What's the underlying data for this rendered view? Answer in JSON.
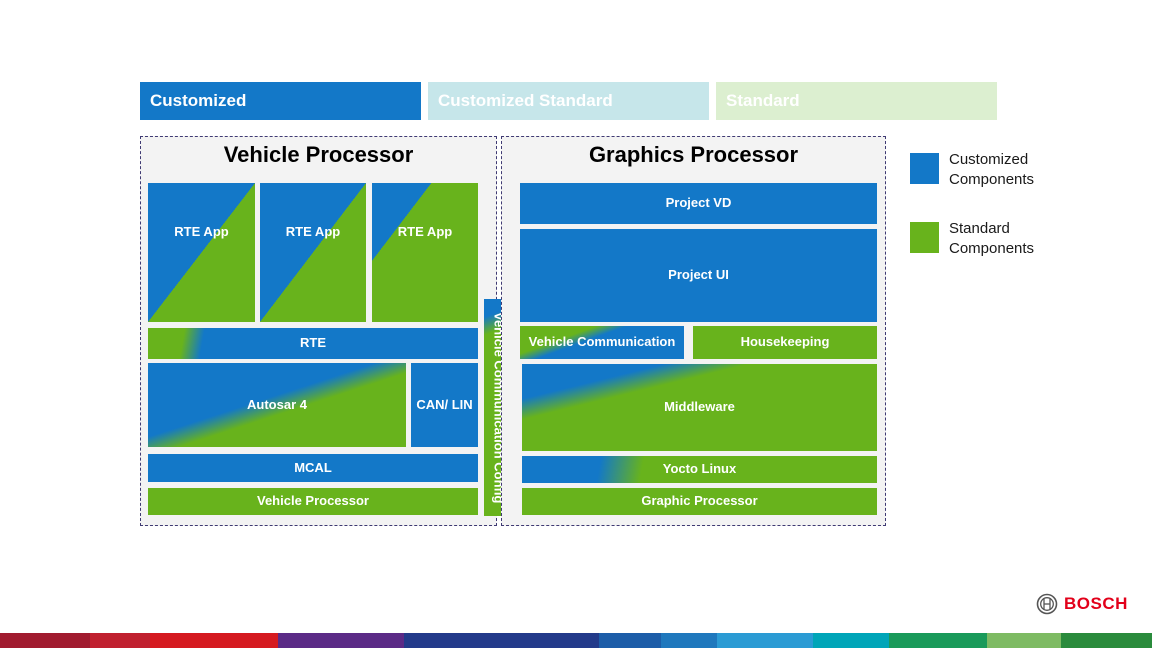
{
  "legend_bar": {
    "customized": "Customized",
    "customized_standard": "Customized Standard",
    "standard": "Standard"
  },
  "vehicle_processor": {
    "title": "Vehicle Processor",
    "rte_app_1": "RTE App",
    "rte_app_2": "RTE App",
    "rte_app_3": "RTE App",
    "rte": "RTE",
    "autosar": "Autosar 4",
    "can_lin": "CAN/ LIN",
    "mcal": "MCAL",
    "hardware": "Vehicle Processor"
  },
  "vehicle_communication_config": "Vehicle Communication Config",
  "graphics_processor": {
    "title": "Graphics Processor",
    "project_vd": "Project VD",
    "project_ui": "Project UI",
    "vehicle_communication": "Vehicle Communication",
    "housekeeping": "Housekeeping",
    "middleware": "Middleware",
    "yocto_linux": "Yocto Linux",
    "hardware": "Graphic Processor"
  },
  "legend": {
    "customized": "Customized Components",
    "standard": "Standard Components"
  },
  "brand": "BOSCH",
  "colors": {
    "customized": "#1378c8",
    "customized_standard": "#c6e6ea",
    "standard": "#dcefd0",
    "component_standard": "#68b31c",
    "brand_red": "#e2001a"
  }
}
